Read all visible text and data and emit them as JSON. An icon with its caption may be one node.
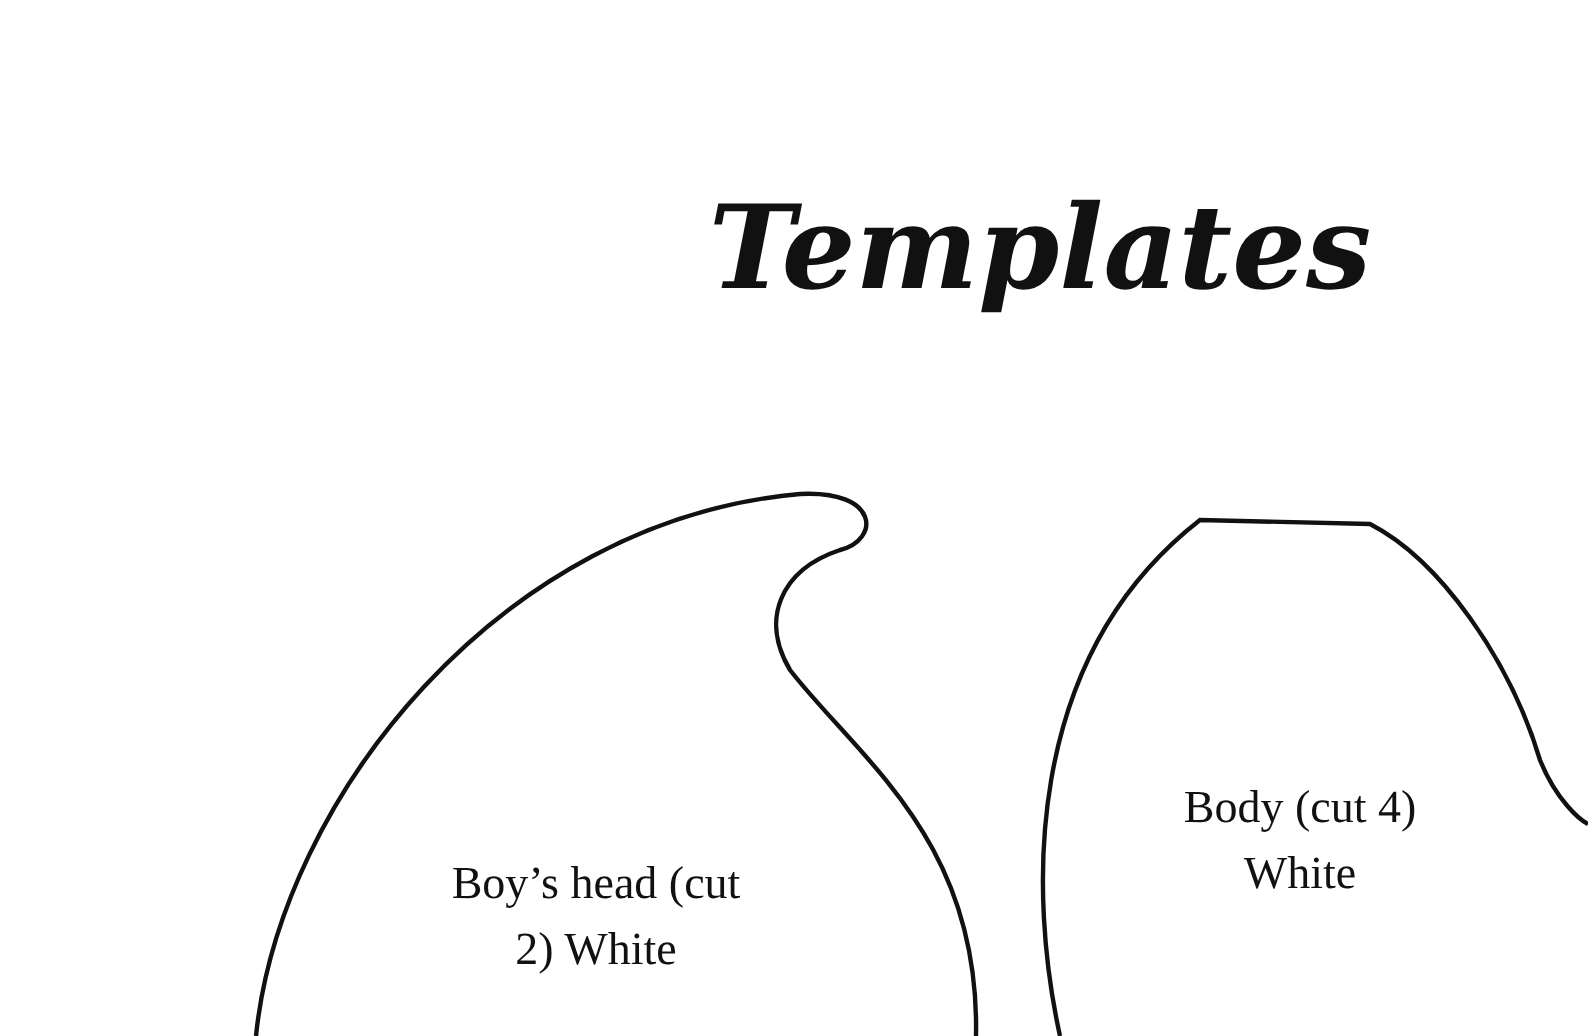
{
  "diagram": {
    "title": "Templates",
    "nodes": [
      {
        "text": [
          "Boy’s head (cut 2) White"
        ]
      },
      {
        "text": [
          "Body (cut 4) White"
        ]
      }
    ]
  }
}
